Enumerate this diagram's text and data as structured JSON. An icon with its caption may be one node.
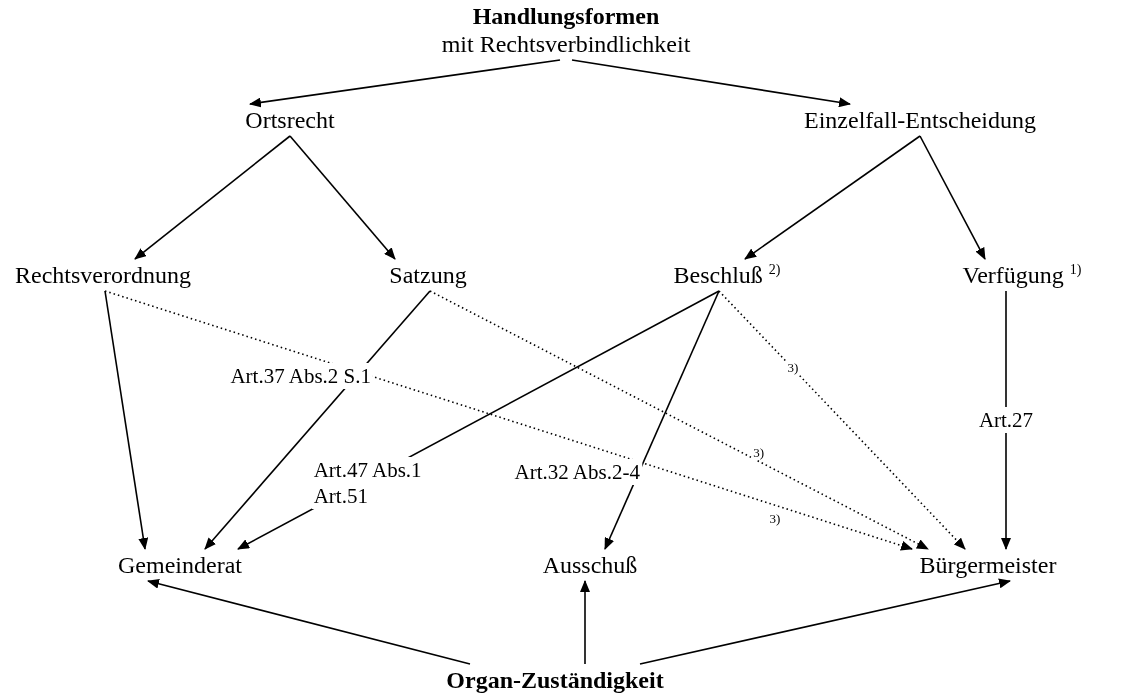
{
  "diagram": {
    "nodes": [
      {
        "text": [
          "Handlungsformen",
          "mit Rechtsverbindlichkeit"
        ]
      },
      {
        "text": [
          "Ortsrecht"
        ]
      },
      {
        "text": [
          "Einzelfall-Entscheidung"
        ]
      },
      {
        "text": [
          "Rechtsverordnung"
        ]
      },
      {
        "text": [
          "Satzung"
        ]
      },
      {
        "text": [
          "Beschluß $^{2)}$"
        ]
      },
      {
        "text": [
          "Verfügung $^{1)}$"
        ]
      },
      {
        "text": [
          "Gemeinderat"
        ]
      },
      {
        "text": [
          "Ausschuß"
        ]
      },
      {
        "text": [
          "Bürgermeister"
        ]
      },
      {
        "text": [
          "Organ-Zuständigkeit"
        ]
      }
    ],
    "edges": [
      {
        "from": 0,
        "to": 1,
        "arrow": "to"
      },
      {
        "from": 0,
        "to": 2,
        "arrow": "to"
      },
      {
        "from": 1,
        "to": 3,
        "arrow": "to"
      },
      {
        "from": 1,
        "to": 4,
        "arrow": "to"
      },
      {
        "from": 2,
        "to": 5,
        "arrow": "to"
      },
      {
        "from": 2,
        "to": 6,
        "arrow": "to"
      },
      {
        "from": 3,
        "to": 7,
        "arrow": "to"
      },
      {
        "from": 3,
        "to": 9,
        "arrow": "to",
        "style": "dashed",
        "label": "3)"
      },
      {
        "from": 4,
        "to": 7,
        "arrow": "to",
        "label": "Art.37 Abs.2 S.1"
      },
      {
        "from": 4,
        "to": 9,
        "arrow": "to",
        "style": "dashed",
        "label": "3)"
      },
      {
        "from": 5,
        "to": 7,
        "arrow": "to",
        "label": "Art.47 Abs.1 Art.51"
      },
      {
        "from": 5,
        "to": 8,
        "arrow": "to",
        "label": "Art.32 Abs.2-4"
      },
      {
        "from": 5,
        "to": 9,
        "arrow": "to",
        "style": "dashed",
        "label": "3)"
      },
      {
        "from": 6,
        "to": 9,
        "arrow": "to",
        "label": "Art.27"
      },
      {
        "from": 10,
        "to": 7,
        "arrow": "to"
      },
      {
        "from": 10,
        "to": 8,
        "arrow": "to"
      },
      {
        "from": 10,
        "to": 9,
        "arrow": "to"
      }
    ]
  }
}
